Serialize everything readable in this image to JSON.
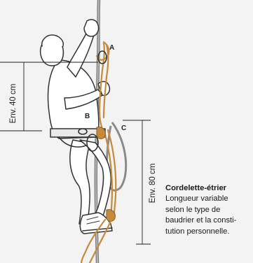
{
  "diagram": {
    "labels": {
      "a": "A",
      "b": "B",
      "c": "C"
    },
    "measurements": {
      "upper": "Env. 40 cm",
      "lower": "Env. 80 cm"
    },
    "caption": {
      "title": "Cordelette-étrier",
      "lines": [
        "Longueur variable",
        "selon le type de",
        "baudrier et la consti-",
        "tution personnelle."
      ]
    },
    "colors": {
      "background": "#f3f3f3",
      "climber_outline": "#333333",
      "main_rope": "#8a8a8a",
      "cord": "#c58a3e",
      "dimension_line": "#222222"
    }
  }
}
